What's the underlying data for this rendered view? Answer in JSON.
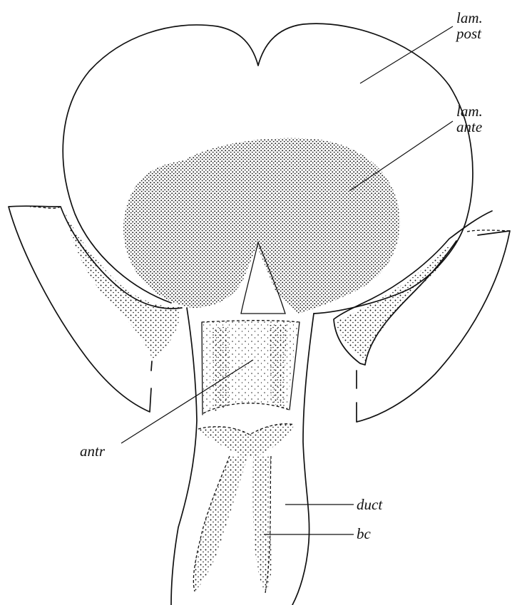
{
  "labels": {
    "lamella_postvaginalis": {
      "line1": "lam.",
      "line2": "post"
    },
    "lamella_antevaginalis": {
      "line1": "lam.",
      "line2": "ante"
    },
    "antrum": "antr",
    "ductus": "duct",
    "bursa_copulatrix": "bc"
  },
  "colors": {
    "ink": "#111111",
    "paper": "#ffffff"
  }
}
